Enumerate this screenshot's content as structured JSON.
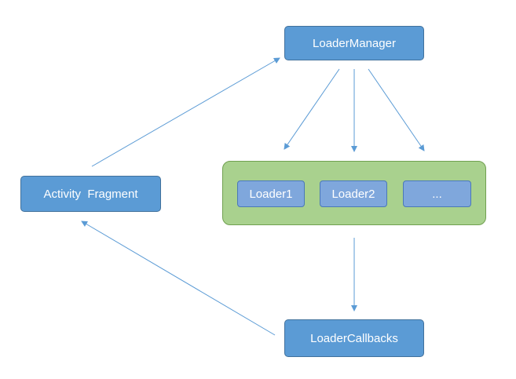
{
  "nodes": {
    "loader_manager": "LoaderManager",
    "activity_fragment": "Activity  Fragment",
    "loader_callbacks": "LoaderCallbacks",
    "loader1": "Loader1",
    "loader2": "Loader2",
    "loader_more": "..."
  },
  "colors": {
    "node_fill": "#5b9bd5",
    "loader_fill": "#7fa7dc",
    "group_fill": "#a9d18e",
    "arrow": "#5b9bd5"
  }
}
